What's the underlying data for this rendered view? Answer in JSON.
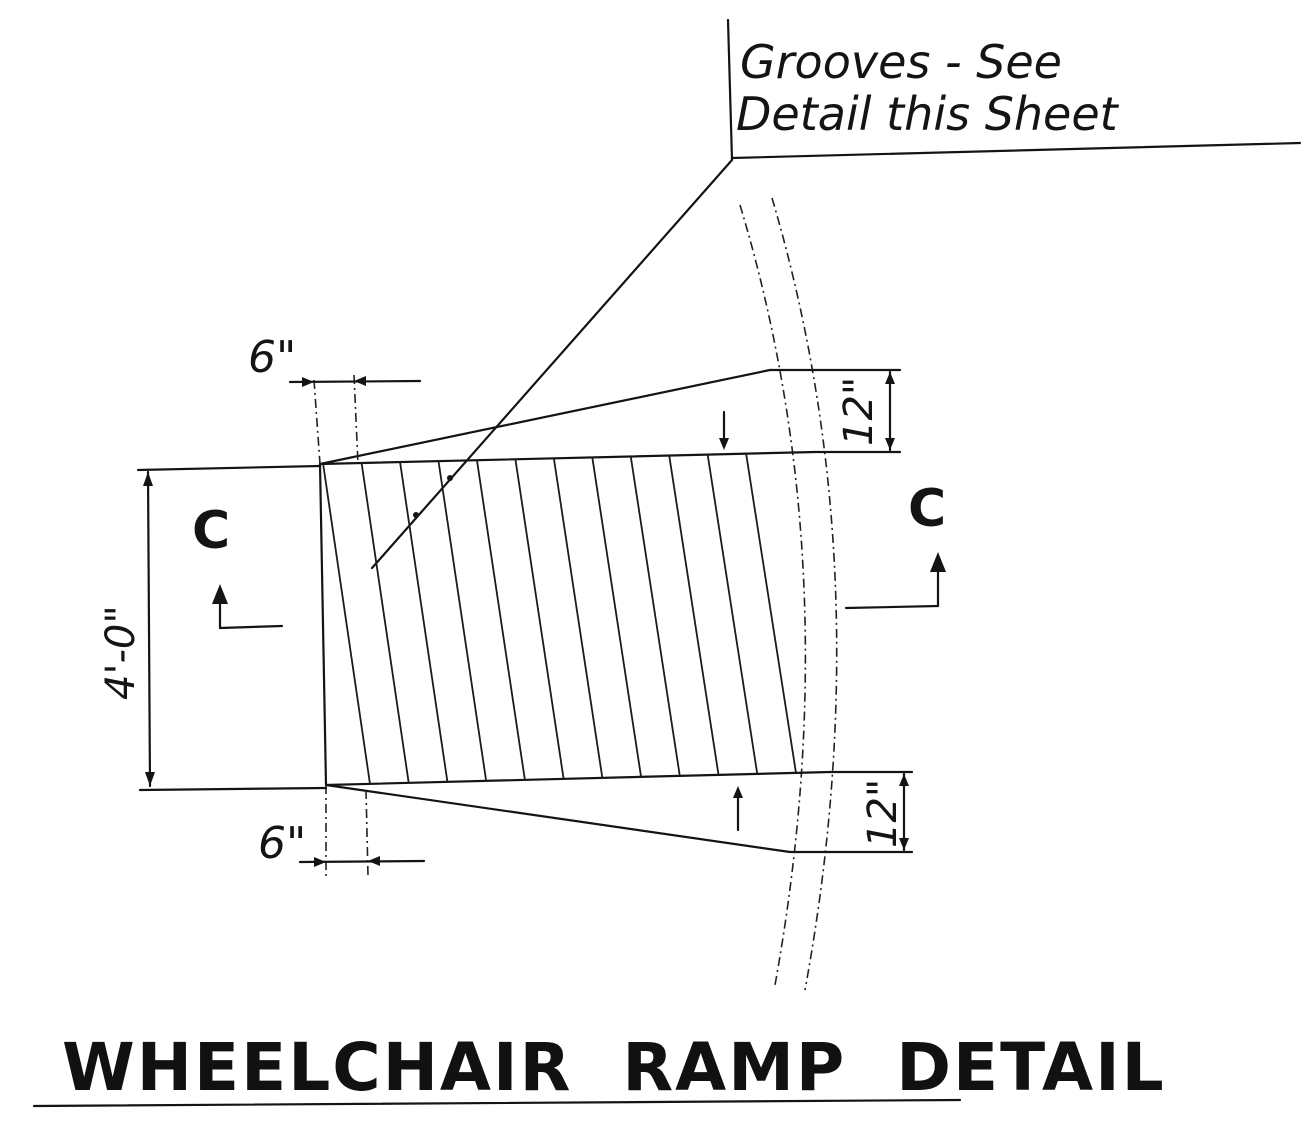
{
  "drawing": {
    "note_line1": "Grooves - See",
    "note_line2": "Detail this Sheet",
    "dim_top_gap": "6\"",
    "dim_bottom_gap": "6\"",
    "dim_top_flare": "12\"",
    "dim_bottom_flare": "12\"",
    "dim_ramp_width": "4'-0\"",
    "section_left": "C",
    "section_right": "C",
    "title": "WHEELCHAIR  RAMP  DETAIL"
  }
}
